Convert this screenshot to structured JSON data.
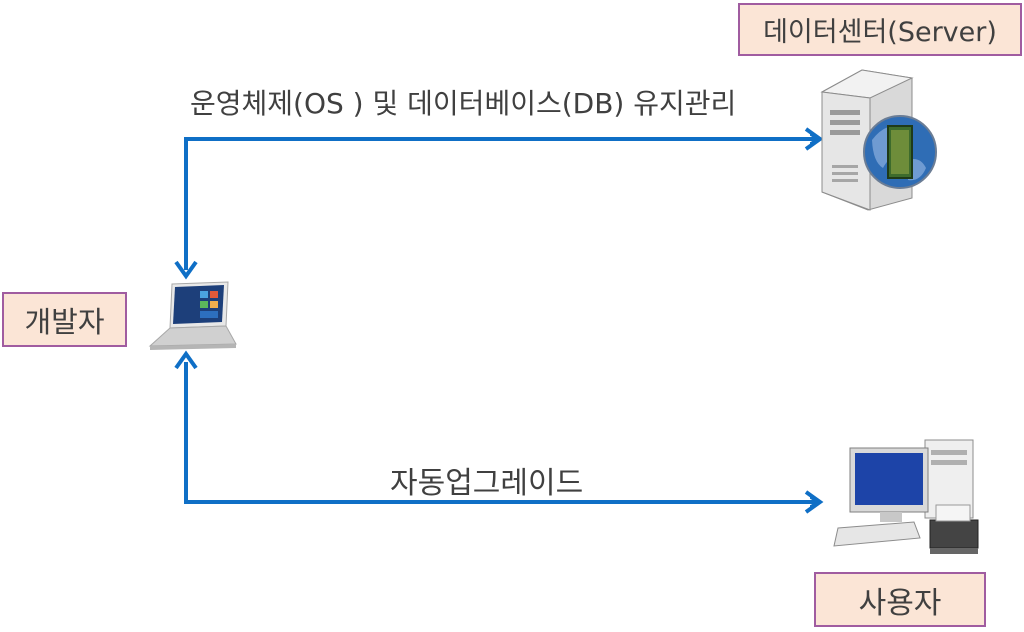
{
  "nodes": {
    "server": {
      "label": "데이터센터(Server)"
    },
    "developer": {
      "label": "개발자"
    },
    "user": {
      "label": "사용자"
    }
  },
  "edges": {
    "dev_server": {
      "label": "운영체제(OS ) 및 데이터베이스(DB) 유지관리"
    },
    "dev_user": {
      "label": "자동업그레이드"
    }
  },
  "colors": {
    "arrow": "#0f6fc6",
    "box_fill": "#fbe5d6",
    "box_border": "#a05ca0",
    "text": "#404040"
  },
  "icons": [
    "server-icon",
    "globe-icon",
    "laptop-icon",
    "desktop-computer-icon",
    "printer-icon"
  ]
}
